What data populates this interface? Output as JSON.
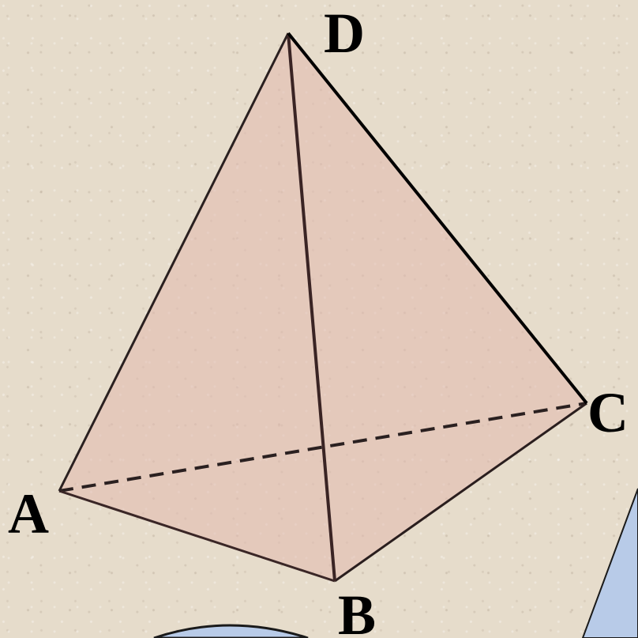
{
  "diagram": {
    "vertices": {
      "A": {
        "label": "A"
      },
      "B": {
        "label": "B"
      },
      "C": {
        "label": "C"
      },
      "D": {
        "label": "D"
      }
    },
    "edges": [
      {
        "from": "A",
        "to": "B",
        "style": "solid"
      },
      {
        "from": "B",
        "to": "C",
        "style": "solid"
      },
      {
        "from": "A",
        "to": "D",
        "style": "solid"
      },
      {
        "from": "B",
        "to": "D",
        "style": "solid"
      },
      {
        "from": "C",
        "to": "D",
        "style": "solid"
      },
      {
        "from": "A",
        "to": "C",
        "style": "dashed"
      }
    ]
  },
  "colors": {
    "background": "#e6dccb",
    "face_fill": "#e2b9ae",
    "edge_stroke": "#2a2020",
    "decor_shape": "#b8cbe8",
    "decor_stroke": "#1a1a1a"
  }
}
